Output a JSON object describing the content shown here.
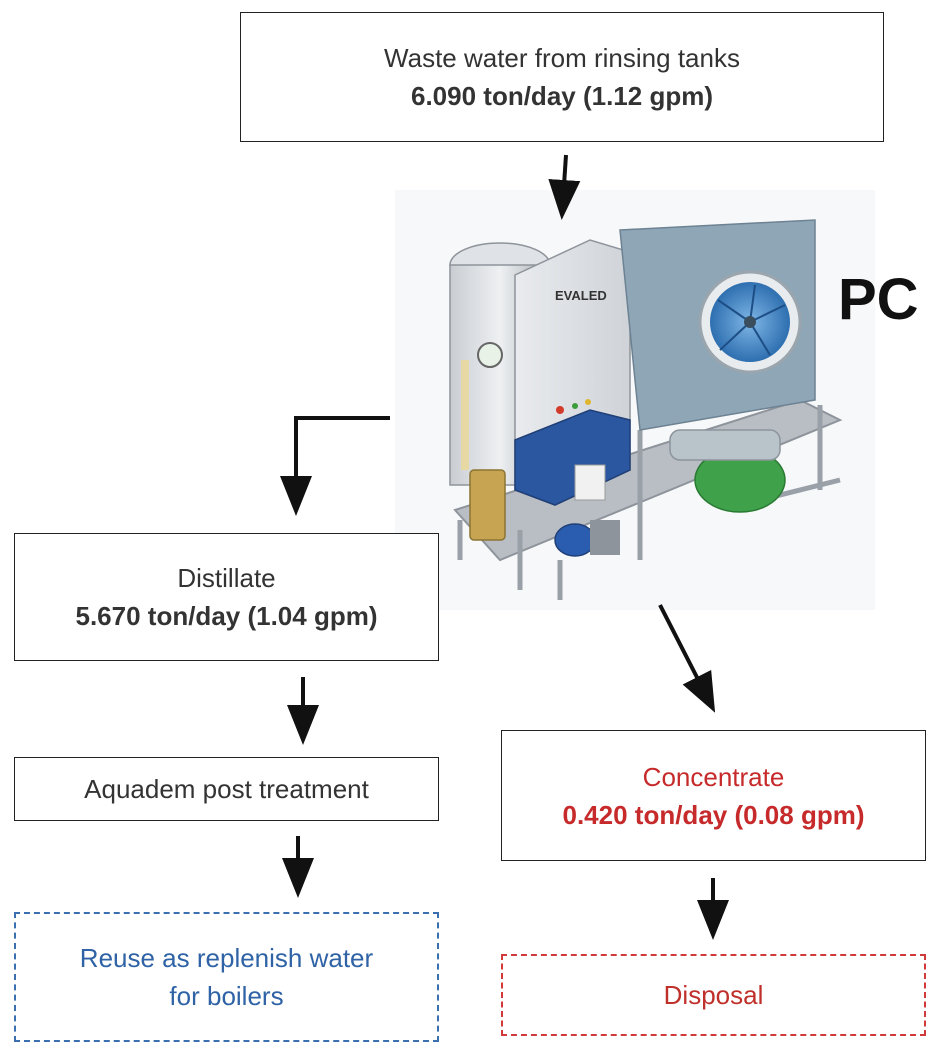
{
  "source": {
    "title": "Waste water from rinsing tanks",
    "rate": "6.090 ton/day (1.12 gpm)"
  },
  "equipment": {
    "label": "PC",
    "brand": "EVALED"
  },
  "distillate": {
    "title": "Distillate",
    "rate": "5.670 ton/day (1.04 gpm)"
  },
  "post_treatment": {
    "title": "Aquadem post treatment"
  },
  "reuse": {
    "line1": "Reuse as replenish water",
    "line2": "for boilers"
  },
  "concentrate": {
    "title": "Concentrate",
    "rate": "0.420 ton/day (0.08 gpm)"
  },
  "disposal": {
    "title": "Disposal"
  },
  "colors": {
    "reuse": "#2f63a6",
    "concentrate": "#c62a2a",
    "disposal": "#c0302a"
  }
}
